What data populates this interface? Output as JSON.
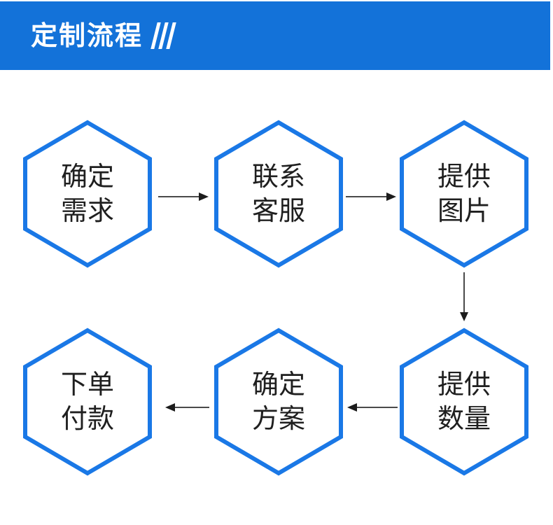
{
  "colors": {
    "brand_blue": "#1372d9",
    "hex_border": "#1a78e6",
    "text_dark": "#1f1f1f",
    "arrow_line": "#4a4a4a",
    "arrow_head": "#1c1c1c",
    "header_text": "#ffffff",
    "page_bg": "#ffffff"
  },
  "header": {
    "title": "定制流程",
    "decor": "///"
  },
  "flow": {
    "steps": [
      {
        "lines": [
          "确定",
          "需求"
        ]
      },
      {
        "lines": [
          "联系",
          "客服"
        ]
      },
      {
        "lines": [
          "提供",
          "图片"
        ]
      },
      {
        "lines": [
          "提供",
          "数量"
        ]
      },
      {
        "lines": [
          "确定",
          "方案"
        ]
      },
      {
        "lines": [
          "下单",
          "付款"
        ]
      }
    ],
    "arrows": [
      {
        "from": 0,
        "to": 1,
        "direction": "right"
      },
      {
        "from": 1,
        "to": 2,
        "direction": "right"
      },
      {
        "from": 2,
        "to": 3,
        "direction": "down"
      },
      {
        "from": 3,
        "to": 4,
        "direction": "left"
      },
      {
        "from": 4,
        "to": 5,
        "direction": "left"
      }
    ]
  }
}
